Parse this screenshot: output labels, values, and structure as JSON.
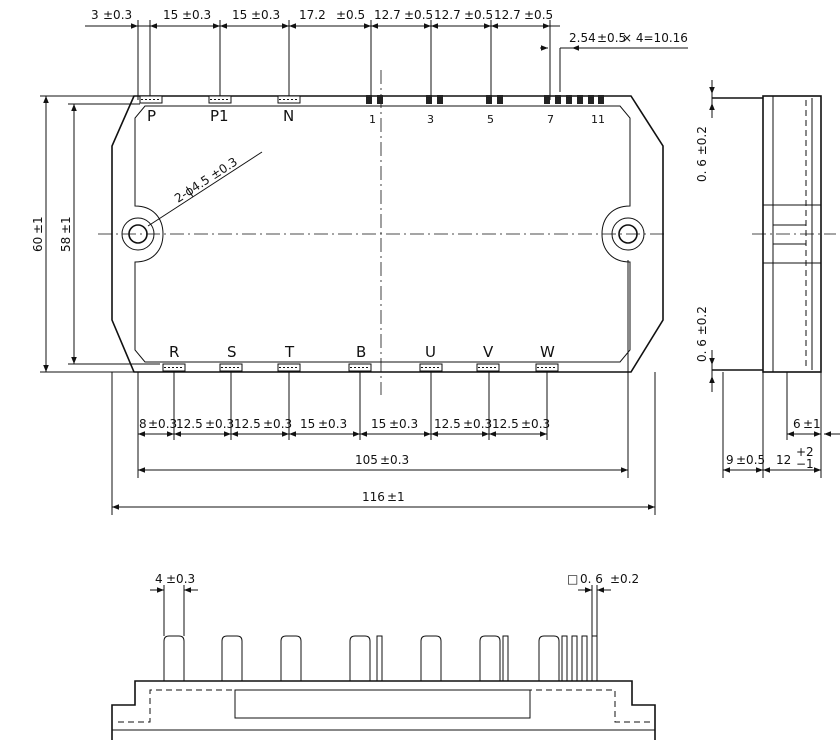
{
  "top_dims": [
    "3",
    "15",
    "15",
    "17.2",
    "12.7",
    "12.7",
    "12.7"
  ],
  "top_tols": [
    "±0.3",
    "±0.3",
    "±0.3",
    "±0.5",
    "±0.5",
    "±0.5",
    "±0.5"
  ],
  "pitch": {
    "base": "2.54",
    "tol": "±0.5",
    "rest": "× 4=10.16"
  },
  "top_pins": [
    "P",
    "P1",
    "N",
    "1",
    "3",
    "5",
    "7",
    "11"
  ],
  "bottom_pins": [
    "R",
    "S",
    "T",
    "B",
    "U",
    "V",
    "W"
  ],
  "hole": "2-ϕ4.5 ±0.3",
  "height_outer": {
    "value": "60",
    "tol": "±1"
  },
  "height_inner": {
    "value": "58",
    "tol": "±1"
  },
  "bottom_dims": [
    "8",
    "12.5",
    "12.5",
    "15",
    "15",
    "12.5",
    "12.5"
  ],
  "bottom_tols": [
    "±0.3",
    "±0.3",
    "±0.3",
    "±0.3",
    "±0.3",
    "±0.3",
    "±0.3"
  ],
  "width_inner": {
    "value": "105",
    "tol": "±0.3"
  },
  "width_outer": {
    "value": "116",
    "tol": "±1"
  },
  "side_dims": {
    "lead_top": "0. 6 ±0.2",
    "lead_bottom": "0. 6 ±0.2",
    "d6": {
      "value": "6",
      "tol": "±1"
    },
    "d9": {
      "value": "9",
      "tol": "±0.5"
    },
    "d12": {
      "value": "12",
      "up": "+2",
      "down": "−1"
    }
  },
  "front_dims": {
    "pin_width": {
      "value": "4",
      "tol": "±0.3"
    },
    "square": {
      "symbol": "□",
      "value": "0. 6",
      "tol": "±0.2"
    }
  }
}
